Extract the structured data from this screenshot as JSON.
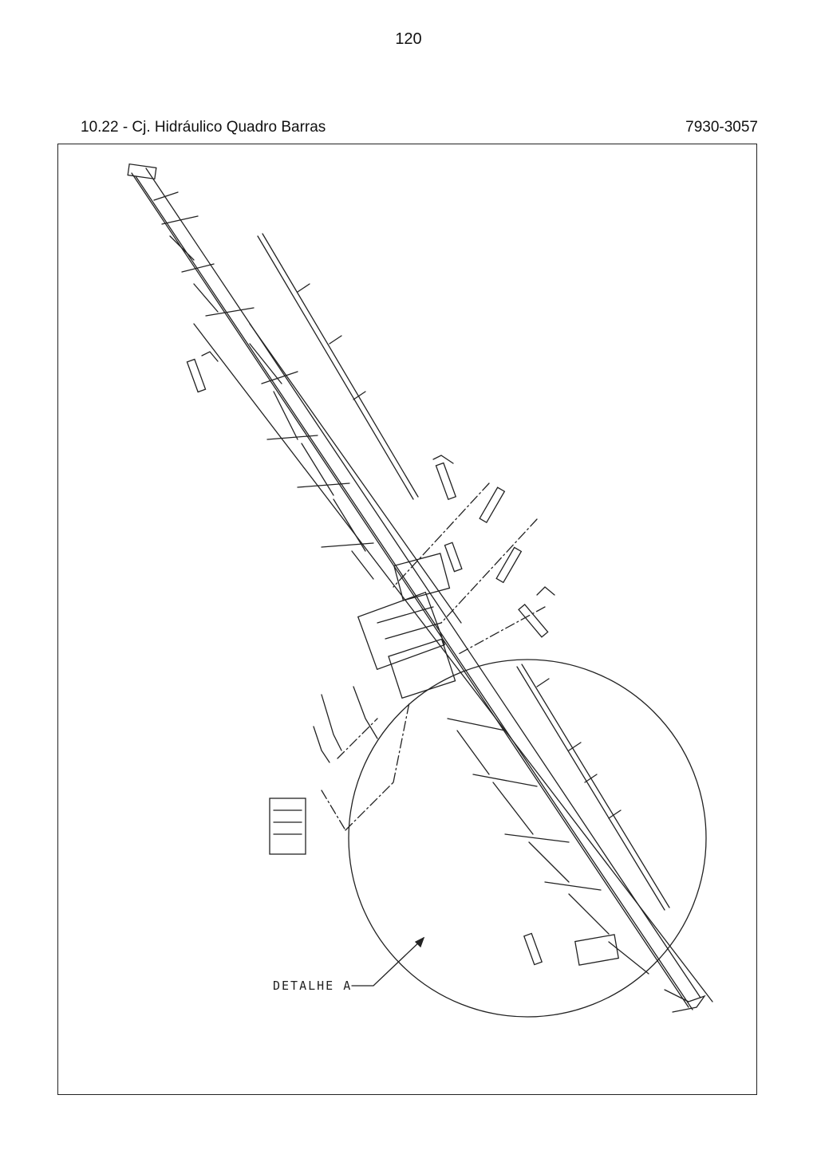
{
  "page": {
    "number": "120"
  },
  "header": {
    "section_title": "10.22 - Cj. Hidráulico Quadro Barras",
    "part_code": "7930-3057"
  },
  "drawing": {
    "detail_label": "DETALHE A",
    "line_color": "#222222"
  }
}
